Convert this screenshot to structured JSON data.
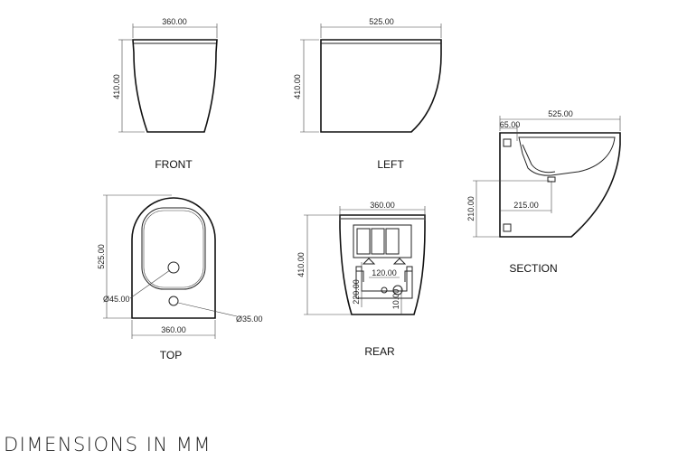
{
  "views": {
    "front": {
      "label": "FRONT",
      "width": "360.00",
      "height": "410.00"
    },
    "left": {
      "label": "LEFT",
      "width": "525.00",
      "height": "410.00"
    },
    "section": {
      "label": "SECTION",
      "width": "525.00",
      "offset": "65.00",
      "depth": "215.00",
      "height": "210.00"
    },
    "top": {
      "label": "TOP",
      "length": "525.00",
      "width": "360.00",
      "hole_large": "Ø45.00",
      "hole_small": "Ø35.00"
    },
    "rear": {
      "label": "REAR",
      "width": "360.00",
      "height": "410.00",
      "bracket_width": "120.00",
      "bracket_height": "220.00",
      "outlet_height": "10.00"
    }
  },
  "footer": {
    "title": "DIMENSIONS IN MM"
  }
}
